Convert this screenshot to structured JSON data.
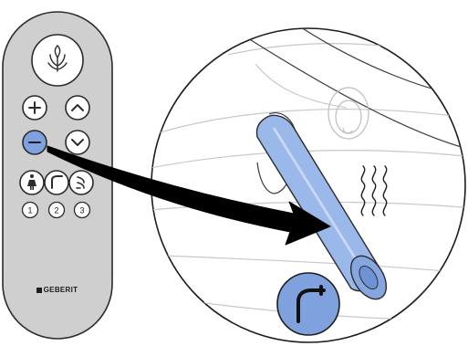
{
  "remote": {
    "brand_text": "GEBERIT",
    "preset_labels": [
      "1",
      "2",
      "3"
    ],
    "icons": {
      "top_button": "flower-icon",
      "plus": "plus-icon",
      "up": "chevron-up-icon",
      "minus": "minus-icon",
      "down": "chevron-down-icon",
      "lady_wash": "lady-shower-icon",
      "dryer": "dryer-icon",
      "oscillation": "oscillating-spray-icon"
    }
  },
  "callout": {
    "icon": "hair-dryer-icon",
    "detail_icons": [
      "warm-air-waves-icon",
      "dryer-nozzle-icon",
      "spray-nozzle-icon"
    ]
  },
  "colors": {
    "remote_body": "#cfcfcf",
    "highlight_blue": "#7fa1dd",
    "nozzle_fill": "#9bb8ea",
    "arrow": "#000000"
  }
}
